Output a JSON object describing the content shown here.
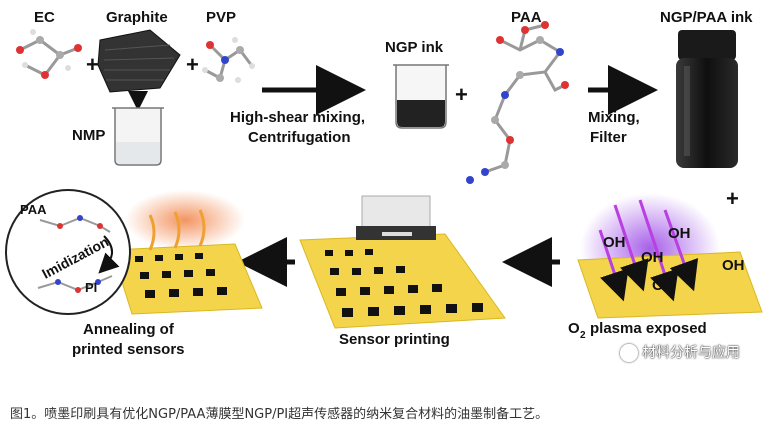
{
  "labels": {
    "ec": "EC",
    "graphite": "Graphite",
    "pvp": "PVP",
    "nmp": "NMP",
    "ngp_ink": "NGP ink",
    "paa": "PAA",
    "ngp_paa_ink": "NGP/PAA ink",
    "step1_line1": "High-shear mixing,",
    "step1_line2": "Centrifugation",
    "step2_line1": "Mixing,",
    "step2_line2": "Filter",
    "plasma_label": "plasma exposed",
    "plasma_prefix": "O",
    "plasma_sub": "2",
    "oh": "OH",
    "sensor_printing": "Sensor printing",
    "annealing_line1": "Annealing of",
    "annealing_line2": "printed sensors",
    "circle_paa": "PAA",
    "circle_pi": "PI",
    "imidization": "Imidization",
    "plus": "+"
  },
  "watermark": "材料分析与应用",
  "caption": "图1。喷墨印刷具有优化NGP/PAA薄膜型NGP/PI超声传感器的纳米复合材料的油墨制备工艺。",
  "colors": {
    "film": "#f4d44a",
    "plasma": "#9b3ad0",
    "glow": "#f08a3a"
  }
}
